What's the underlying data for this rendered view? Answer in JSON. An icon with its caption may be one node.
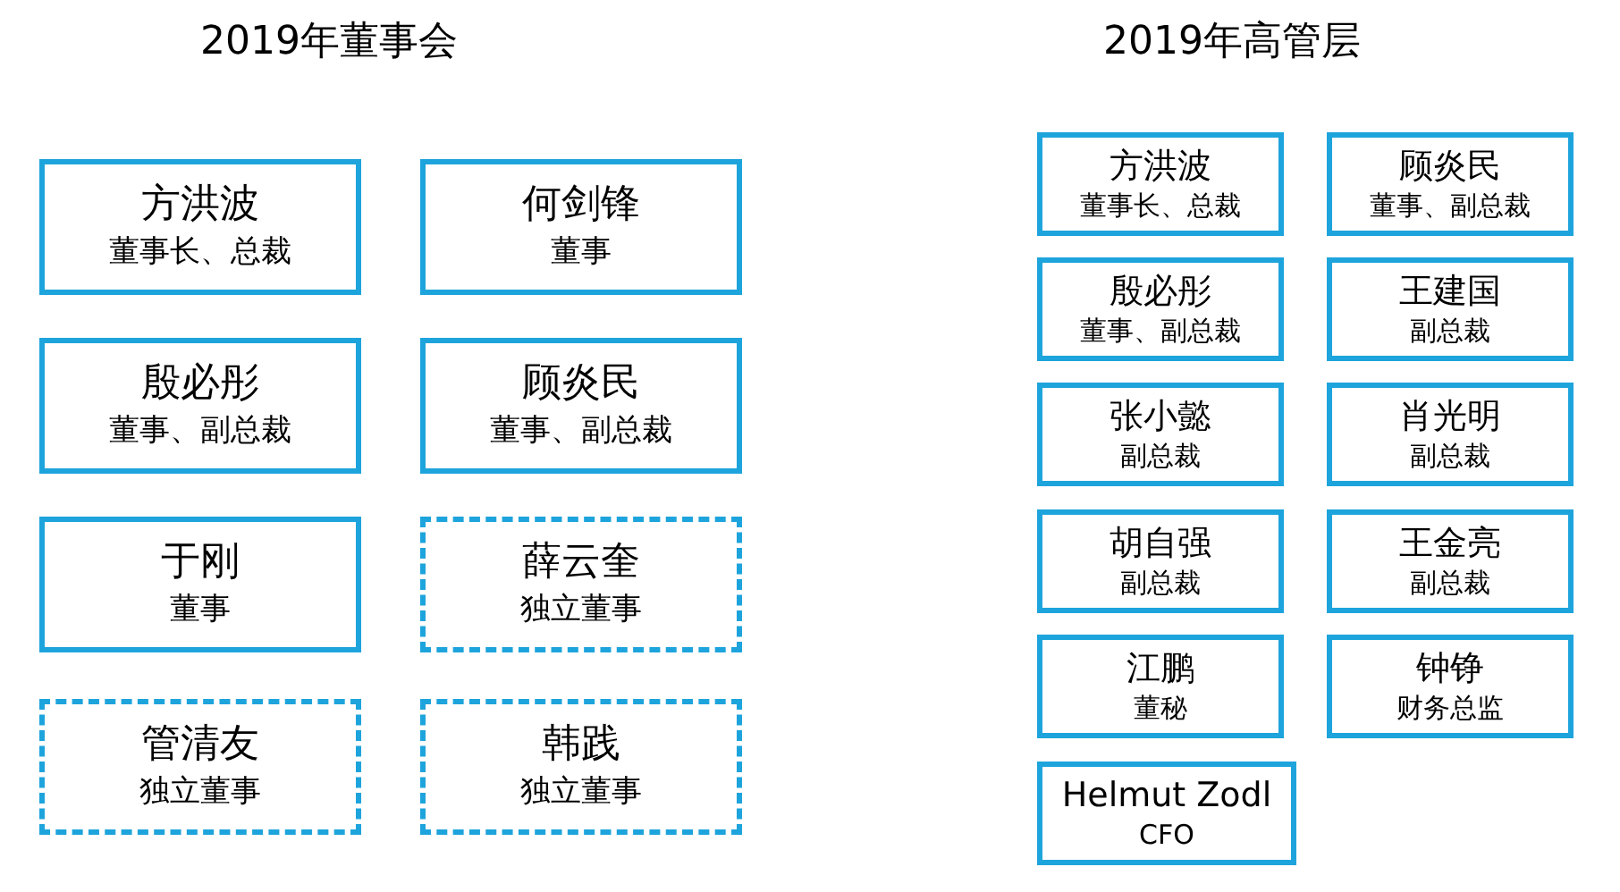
{
  "diagram": {
    "nodes": [
      {
        "text": [
          "方洪波",
          "董事长、总裁"
        ]
      },
      {
        "text": [
          "何剑锋",
          "董事"
        ]
      },
      {
        "text": [
          "殷必彤",
          "董事、副总裁"
        ]
      },
      {
        "text": [
          "顾炎民",
          "董事、副总裁"
        ]
      },
      {
        "text": [
          "于刚",
          "董事"
        ]
      },
      {
        "text": [
          "薛云奎",
          "独立董事"
        ]
      },
      {
        "text": [
          "管清友",
          "独立董事"
        ]
      },
      {
        "text": [
          "韩践",
          "独立董事"
        ]
      },
      {
        "text": [
          "方洪波",
          "董事长、总裁"
        ]
      },
      {
        "text": [
          "顾炎民",
          "董事、副总裁"
        ]
      },
      {
        "text": [
          "殷必彤",
          "董事、副总裁"
        ]
      },
      {
        "text": [
          "王建国",
          "副总裁"
        ]
      },
      {
        "text": [
          "张小懿",
          "副总裁"
        ]
      },
      {
        "text": [
          "肖光明",
          "副总裁"
        ]
      },
      {
        "text": [
          "胡自强",
          "副总裁"
        ]
      },
      {
        "text": [
          "王金亮",
          "副总裁"
        ]
      },
      {
        "text": [
          "江鹏",
          "董秘"
        ]
      },
      {
        "text": [
          "钟铮",
          "财务总监"
        ]
      },
      {
        "text": [
          "Helmut Zodl",
          "CFO"
        ]
      }
    ],
    "labels": [
      "2019年董事会",
      "2019年高管层"
    ]
  }
}
